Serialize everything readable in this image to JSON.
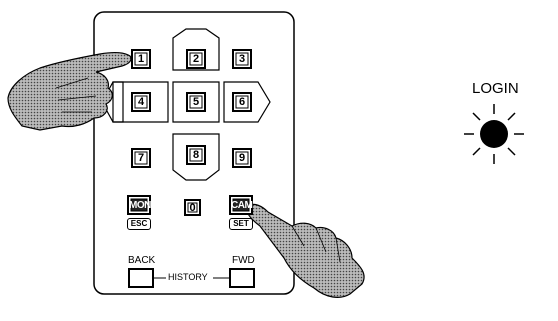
{
  "keypad": {
    "keys": [
      "1",
      "2",
      "3",
      "4",
      "5",
      "6",
      "7",
      "8",
      "9",
      "0"
    ],
    "mon_label": "MON",
    "esc_label": "ESC",
    "cam_label": "CAM",
    "set_label": "SET",
    "back_label": "BACK",
    "fwd_label": "FWD",
    "history_label": "HISTORY"
  },
  "indicator": {
    "login_label": "LOGIN"
  }
}
